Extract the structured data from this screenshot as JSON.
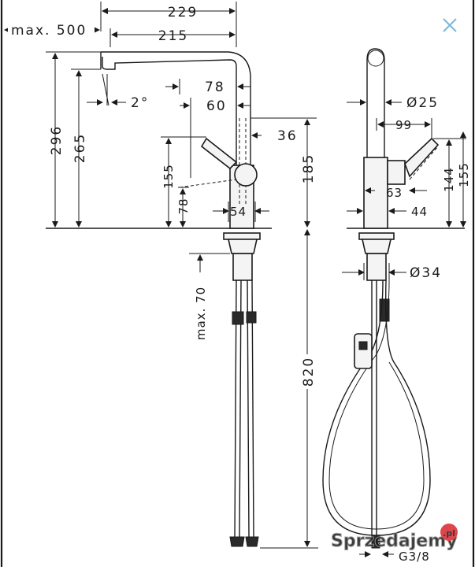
{
  "dimensions": {
    "w229": "229",
    "w215": "215",
    "max500": "max. 500",
    "angle2": "2°",
    "w78": "78",
    "w60": "60",
    "w36": "36",
    "h296": "296",
    "h265": "265",
    "h155": "155",
    "h78": "78",
    "w54": "54",
    "h185": "185",
    "max70": "max. 70",
    "h820": "820",
    "d25": "Ø25",
    "w99": "99",
    "h144": "144",
    "h155r": "155",
    "w63": "63",
    "w44": "44",
    "d34": "Ø34",
    "g38": "G3/8"
  },
  "watermark": {
    "text": "Sprzedajemy",
    "badge": ".pl"
  },
  "colors": {
    "line": "#1a1a1a",
    "close": "#7ab8d8",
    "badge": "#d9262c"
  },
  "icons": {
    "close": "close-icon"
  }
}
